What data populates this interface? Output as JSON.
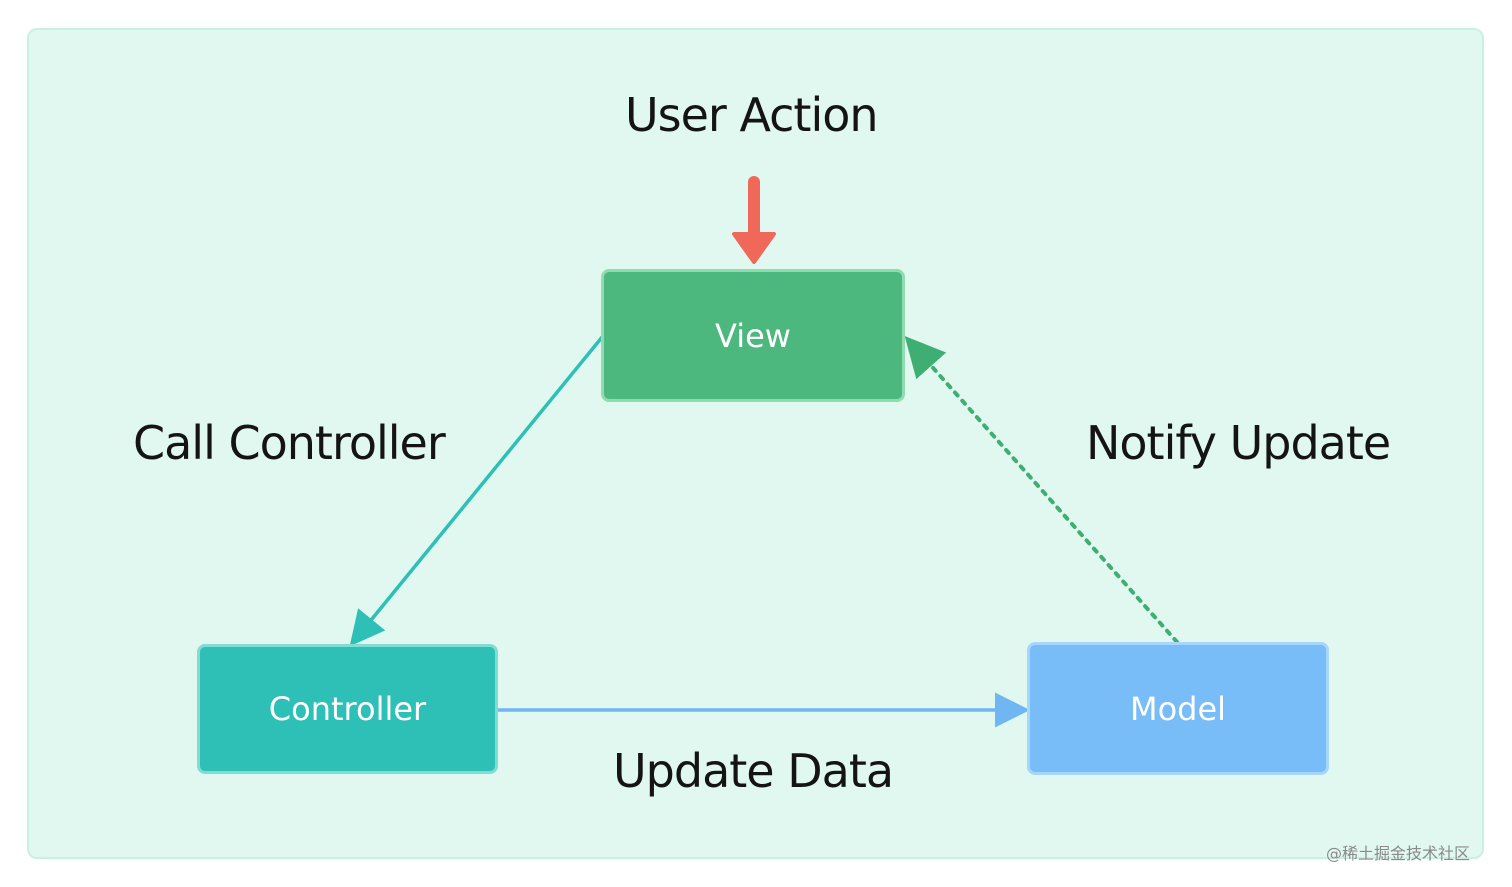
{
  "diagram": {
    "nodes": {
      "view": {
        "label": "View"
      },
      "controller": {
        "label": "Controller"
      },
      "model": {
        "label": "Model"
      }
    },
    "edges": {
      "user_action": {
        "label": "User Action",
        "color": "#f06859",
        "style": "solid"
      },
      "call_controller": {
        "label": "Call Controller",
        "from": "View",
        "to": "Controller",
        "color": "#2ebfb6",
        "style": "solid"
      },
      "update_data": {
        "label": "Update Data",
        "from": "Controller",
        "to": "Model",
        "color": "#6fb6f2",
        "style": "solid"
      },
      "notify_update": {
        "label": "Notify Update",
        "from": "Model",
        "to": "View",
        "color": "#3fae73",
        "style": "dotted"
      }
    },
    "colors": {
      "background": "#e1f8f0",
      "view": "#4cb87e",
      "controller": "#2ebfb6",
      "model": "#78bcf8"
    }
  },
  "watermark": "@稀土掘金技术社区"
}
